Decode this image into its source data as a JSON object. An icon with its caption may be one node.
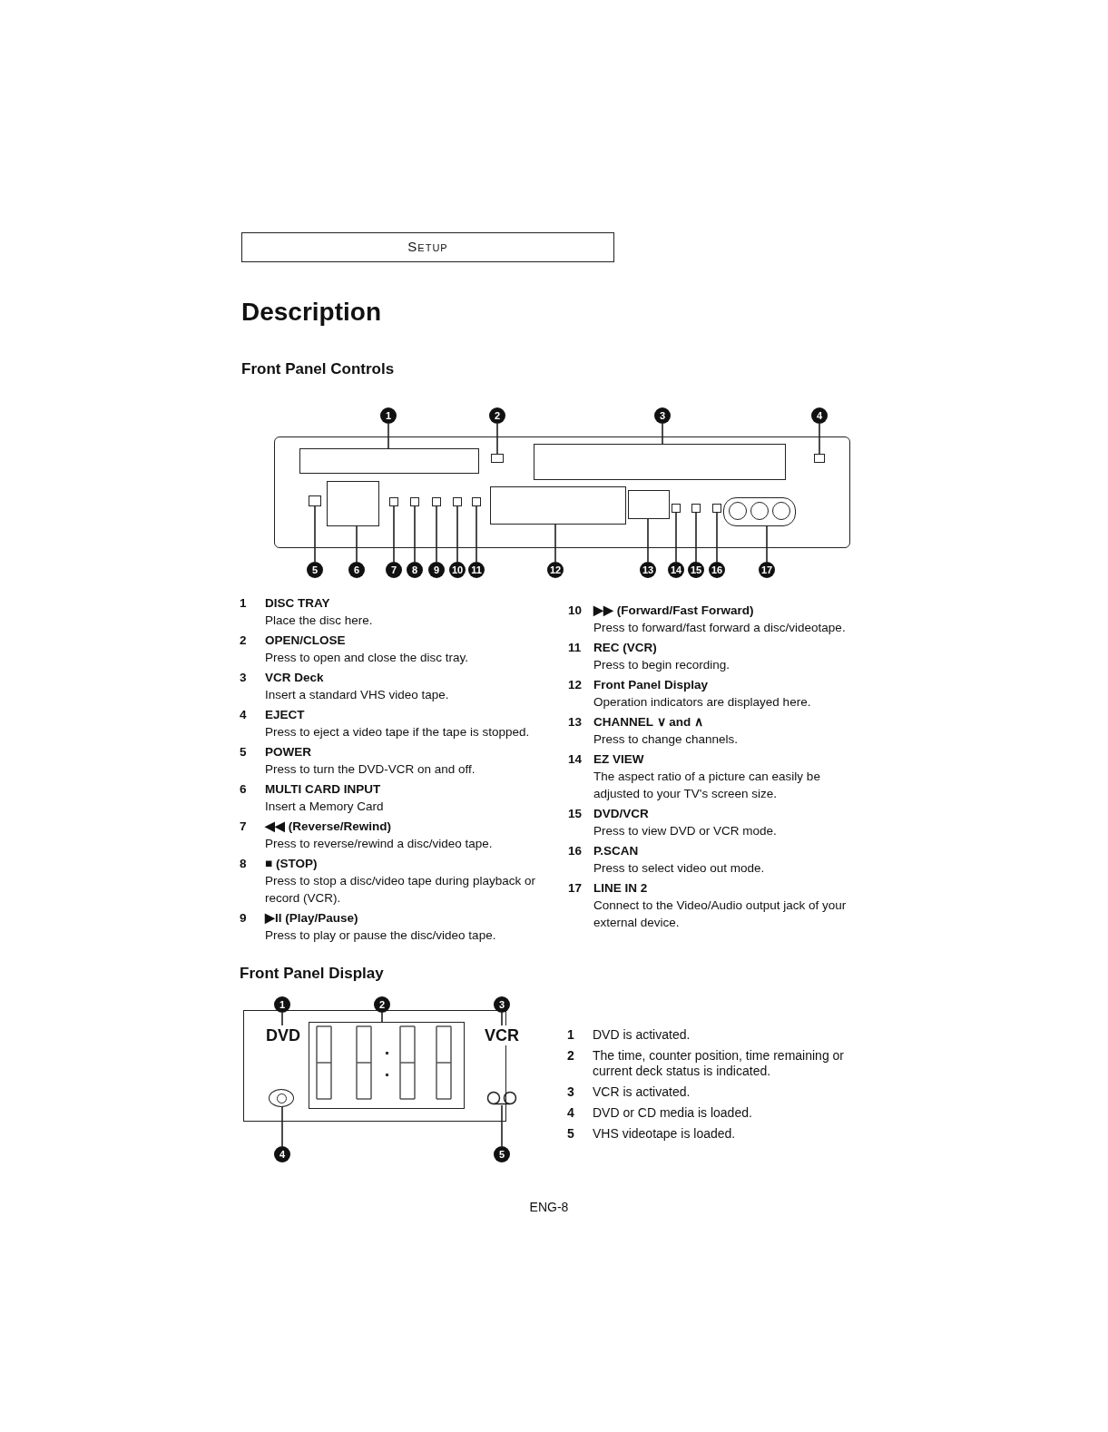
{
  "diagram": {
    "title": "Description",
    "nodes": [
      {
        "text": [
          "1"
        ]
      },
      {
        "text": [
          "2"
        ]
      },
      {
        "text": [
          "3"
        ]
      },
      {
        "text": [
          "4"
        ]
      },
      {
        "text": [
          "5"
        ]
      },
      {
        "text": [
          "6"
        ]
      },
      {
        "text": [
          "7"
        ]
      },
      {
        "text": [
          "8"
        ]
      },
      {
        "text": [
          "9"
        ]
      },
      {
        "text": [
          "10"
        ]
      },
      {
        "text": [
          "11"
        ]
      },
      {
        "text": [
          "12"
        ]
      },
      {
        "text": [
          "13"
        ]
      },
      {
        "text": [
          "14"
        ]
      },
      {
        "text": [
          "15"
        ]
      },
      {
        "text": [
          "16"
        ]
      },
      {
        "text": [
          "17"
        ]
      },
      {
        "text": [],
        "shape": "box"
      },
      {
        "text": [],
        "shape": "box"
      },
      {
        "text": [],
        "shape": "box"
      },
      {
        "text": [],
        "shape": "box"
      },
      {
        "text": [],
        "shape": "box"
      },
      {
        "text": [],
        "shape": "box"
      },
      {
        "text": [],
        "shape": "box"
      },
      {
        "text": [],
        "shape": "box"
      },
      {
        "text": [],
        "shape": "box"
      },
      {
        "text": [],
        "shape": "box"
      },
      {
        "text": [],
        "shape": "box"
      },
      {
        "text": [],
        "shape": "box"
      },
      {
        "text": [],
        "shape": "box"
      },
      {
        "text": [],
        "shape": "box"
      },
      {
        "text": [],
        "shape": "box"
      },
      {
        "text": [],
        "shape": "box"
      },
      {
        "text": [],
        "shape": "box"
      },
      {
        "text": [
          "1"
        ]
      },
      {
        "text": [
          "2"
        ]
      },
      {
        "text": [
          "3"
        ]
      },
      {
        "text": [
          "4"
        ]
      },
      {
        "text": [
          "5"
        ]
      },
      {
        "text": [
          "DVD"
        ]
      },
      {
        "text": [],
        "shape": "box"
      },
      {
        "text": [
          "VCR"
        ]
      },
      {
        "text": [],
        "shape": "circle"
      },
      {
        "text": [],
        "shape": "icon"
      }
    ],
    "edges": [
      {
        "from": 0,
        "to": 17,
        "arrow": "none"
      },
      {
        "from": 1,
        "to": 18,
        "arrow": "none"
      },
      {
        "from": 2,
        "to": 19,
        "arrow": "none"
      },
      {
        "from": 3,
        "to": 20,
        "arrow": "none"
      },
      {
        "from": 4,
        "to": 21,
        "arrow": "none"
      },
      {
        "from": 5,
        "to": 22,
        "arrow": "none"
      },
      {
        "from": 6,
        "to": 23,
        "arrow": "none"
      },
      {
        "from": 7,
        "to": 24,
        "arrow": "none"
      },
      {
        "from": 8,
        "to": 25,
        "arrow": "none"
      },
      {
        "from": 9,
        "to": 26,
        "arrow": "none"
      },
      {
        "from": 10,
        "to": 27,
        "arrow": "none"
      },
      {
        "from": 11,
        "to": 28,
        "arrow": "none"
      },
      {
        "from": 12,
        "to": 29,
        "arrow": "none"
      },
      {
        "from": 13,
        "to": 30,
        "arrow": "none"
      },
      {
        "from": 14,
        "to": 31,
        "arrow": "none"
      },
      {
        "from": 15,
        "to": 32,
        "arrow": "none"
      },
      {
        "from": 16,
        "to": 33,
        "arrow": "none"
      },
      {
        "from": 34,
        "to": 39,
        "arrow": "none"
      },
      {
        "from": 35,
        "to": 40,
        "arrow": "none"
      },
      {
        "from": 36,
        "to": 41,
        "arrow": "none"
      },
      {
        "from": 37,
        "to": 42,
        "arrow": "none"
      },
      {
        "from": 38,
        "to": 43,
        "arrow": "none"
      }
    ],
    "labels": [
      "Setup",
      "Front Panel Controls",
      "1",
      "DISC TRAY",
      "Place the disc here.",
      "2",
      "OPEN/CLOSE",
      "Press to open and close the disc tray.",
      "3",
      "VCR Deck",
      "Insert a standard VHS video tape.",
      "4",
      "EJECT",
      "Press to eject a video tape if the tape is stopped.",
      "5",
      "POWER",
      "Press to turn the DVD-VCR on and off.",
      "6",
      "MULTI CARD INPUT",
      "Insert a Memory Card",
      "7",
      "◀◀ (Reverse/Rewind)",
      "Press to reverse/rewind a disc/video tape.",
      "8",
      "■ (STOP)",
      "Press to stop a disc/video tape during playback or record (VCR).",
      "9",
      "▶II (Play/Pause)",
      "Press to play or pause the disc/video tape.",
      "10",
      "▶▶ (Forward/Fast Forward)",
      "Press to forward/fast forward a disc/videotape.",
      "11",
      "REC (VCR)",
      "Press to begin recording.",
      "12",
      "Front Panel Display",
      "Operation indicators are displayed here.",
      "13",
      "CHANNEL ∨ and ∧",
      "Press to change channels.",
      "14",
      "EZ VIEW",
      "The aspect ratio of a picture can easily be adjusted to your TV's screen size.",
      "15",
      "DVD/VCR",
      "Press to view DVD or VCR mode.",
      "16",
      "P.SCAN",
      "Press to select video out mode.",
      "17",
      "LINE IN 2",
      "Connect to the Video/Audio output jack of your external device.",
      "Front Panel Display",
      "1",
      "DVD is activated.",
      "2",
      "The time, counter position, time remaining or current deck status is indicated.",
      "3",
      "VCR is activated.",
      "4",
      "DVD or CD media is loaded.",
      "5",
      "VHS videotape is loaded.",
      "ENG-8"
    ]
  }
}
